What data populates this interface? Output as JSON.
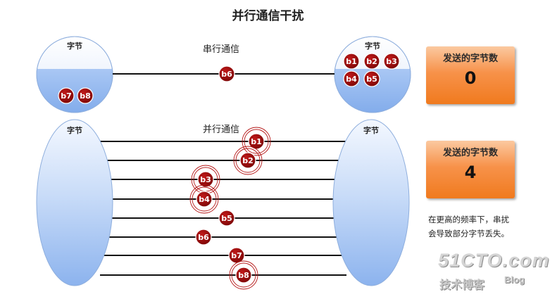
{
  "title": "并行通信干扰",
  "serial": {
    "label": "串行通信",
    "left_node": {
      "label": "字节",
      "bytes": [
        "b7",
        "b8"
      ]
    },
    "right_node": {
      "label": "字节",
      "bytes": [
        "b1",
        "b2",
        "b3",
        "b4",
        "b5"
      ]
    },
    "in_transit": [
      "b6"
    ]
  },
  "parallel": {
    "label": "并行通信",
    "left_node": {
      "label": "字节"
    },
    "right_node": {
      "label": "字节"
    },
    "lines": [
      {
        "byte": "b1",
        "ring": true
      },
      {
        "byte": "b2",
        "ring": true
      },
      {
        "byte": "b3",
        "ring": true
      },
      {
        "byte": "b4",
        "ring": true
      },
      {
        "byte": "b5",
        "ring": false
      },
      {
        "byte": "b6",
        "ring": false
      },
      {
        "byte": "b7",
        "ring": false
      },
      {
        "byte": "b8",
        "ring": true
      }
    ]
  },
  "counters": [
    {
      "caption": "发送的字节数",
      "value": "0"
    },
    {
      "caption": "发送的字节数",
      "value": "4"
    }
  ],
  "note": "在更高的频率下，串扰会导致部分字节丢失。",
  "watermark": {
    "main": "51CTO.com",
    "sub": "技术博客",
    "blog": "Blog"
  },
  "colors": {
    "ball": "#9b0a0a",
    "ellipse_top": "#edf3fd",
    "ellipse_bottom": "#8fb6ef",
    "counter": "#f07a1e"
  }
}
